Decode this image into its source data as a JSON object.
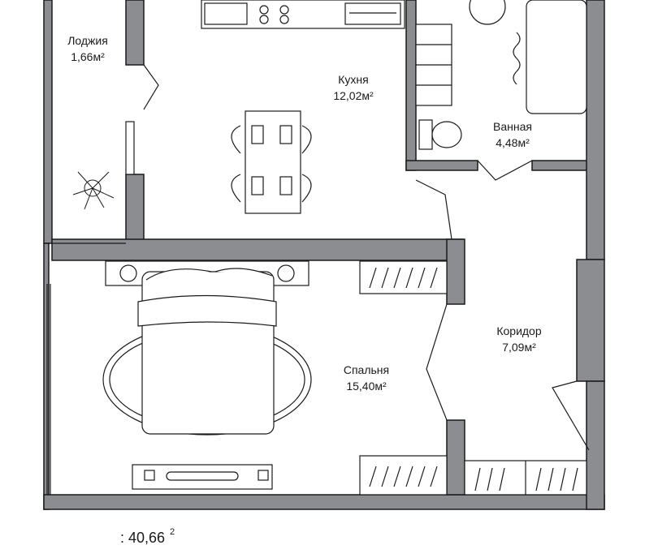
{
  "rooms": {
    "loggia": {
      "name": "Лоджия",
      "area": "1,66м²"
    },
    "kitchen": {
      "name": "Кухня",
      "area": "12,02м²"
    },
    "bathroom": {
      "name": "Ванная",
      "area": "4,48м²"
    },
    "corridor": {
      "name": "Коридор",
      "area": "7,09м²"
    },
    "bedroom": {
      "name": "Спальня",
      "area": "15,40м²"
    }
  },
  "total": {
    "value": ": 40,66",
    "unit_sup": "2"
  },
  "colors": {
    "wall": "#8c8d90",
    "line": "#1a1a1a",
    "background": "#ffffff"
  }
}
